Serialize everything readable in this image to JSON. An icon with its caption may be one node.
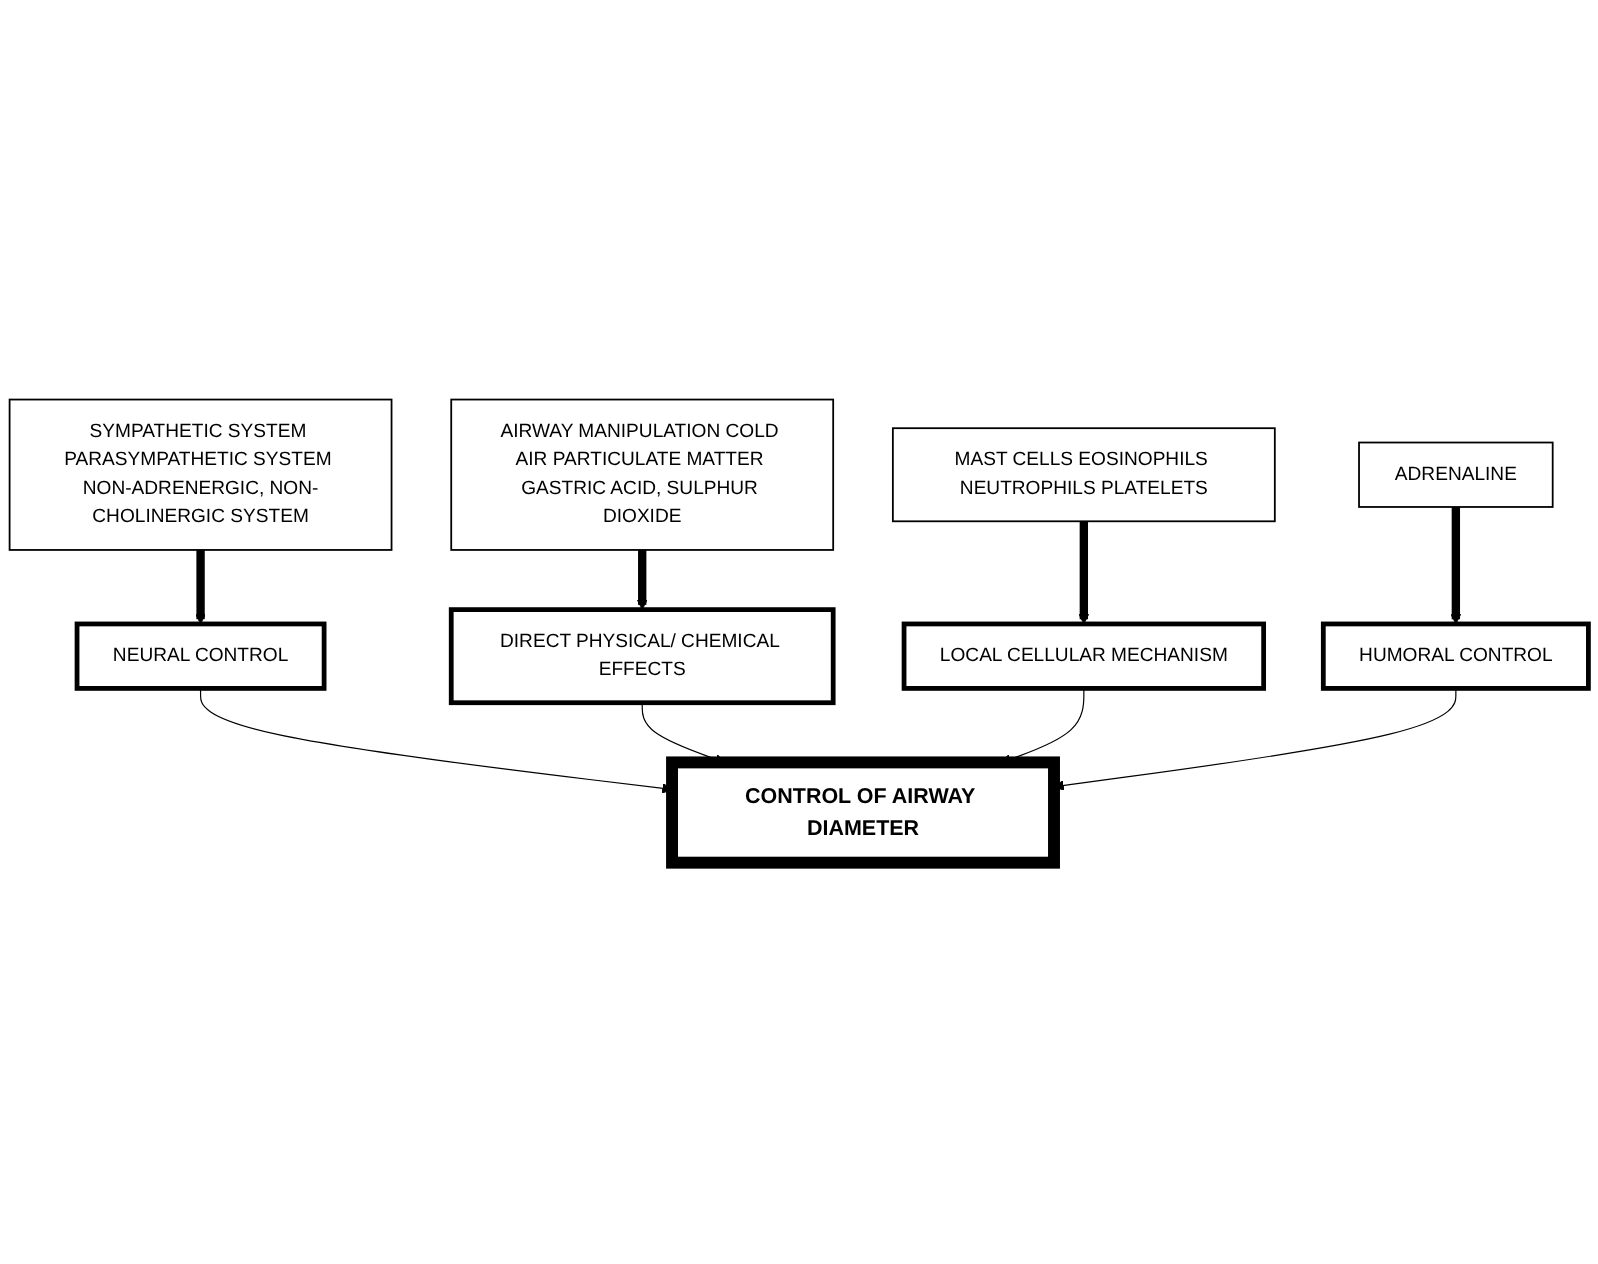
{
  "diagram": {
    "nodes": [
      {
        "text": [
          "SYMPATHETIC SYSTEM PARASYMPATHETIC SYSTEM NON-ADRENERGIC, NON-CHOLINERGIC SYSTEM"
        ]
      },
      {
        "text": [
          "NEURAL CONTROL"
        ]
      },
      {
        "text": [
          "AIRWAY MANIPULATION COLD AIR PARTICULATE MATTER GASTRIC ACID, SULPHUR DIOXIDE"
        ]
      },
      {
        "text": [
          "DIRECT PHYSICAL/ CHEMICAL EFFECTS"
        ]
      },
      {
        "text": [
          "CONTROL OF AIRWAY DIAMETER"
        ]
      },
      {
        "text": [
          "LOCAL CELLULAR MECHANISM"
        ]
      },
      {
        "text": [
          "MAST CELLS EOSINOPHILS NEUTROPHILS PLATELETS"
        ]
      },
      {
        "text": [
          "HUMORAL CONTROL"
        ]
      },
      {
        "text": [
          "ADRENALINE"
        ]
      }
    ],
    "edges": [
      {
        "from": 0,
        "to": 1,
        "arrow": "to",
        "style": "thick"
      },
      {
        "from": 2,
        "to": 3,
        "arrow": "to",
        "style": "thick"
      },
      {
        "from": 1,
        "to": 4,
        "arrow": "to"
      },
      {
        "from": 3,
        "to": 4,
        "arrow": "to"
      },
      {
        "from": 5,
        "to": 4,
        "arrow": "to"
      },
      {
        "from": 7,
        "to": 4,
        "arrow": "to"
      },
      {
        "from": 6,
        "to": 5,
        "arrow": "to",
        "style": "thick"
      },
      {
        "from": 8,
        "to": 7,
        "arrow": "to",
        "style": "thick"
      }
    ]
  }
}
